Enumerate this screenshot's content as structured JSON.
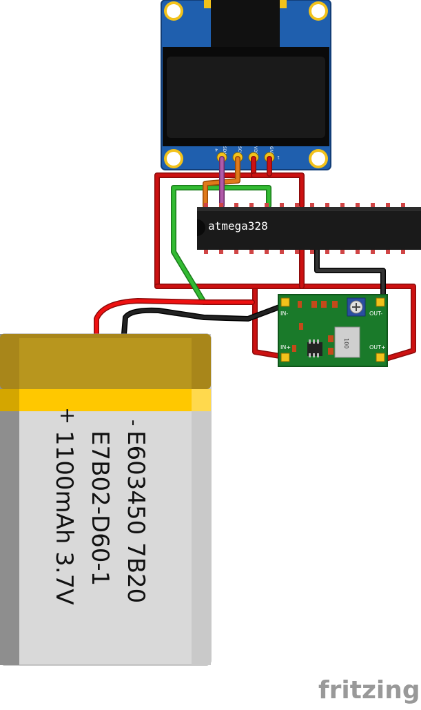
{
  "oled": {
    "pins": [
      "SDA",
      "SCK",
      "VDD",
      "GND"
    ],
    "pin_numbers": {
      "left": "4",
      "right": "1"
    },
    "colors": {
      "board": "#1f5fae",
      "screen": "#000000",
      "hole": "#ffffff",
      "hole_ring": "#f2c21b"
    }
  },
  "mcu": {
    "label": "atmega328",
    "colors": {
      "body": "#1a1a1a",
      "pin": "#d04545"
    }
  },
  "converter": {
    "labels": {
      "in_minus": "IN-",
      "in_plus": "IN+",
      "out_minus": "OUT-",
      "out_plus": "OUT+"
    },
    "inductor_marking": "100",
    "colors": {
      "board": "#1a7a2a",
      "pad": "#f2c21b"
    }
  },
  "battery": {
    "polarity_minus": "-",
    "polarity_plus": "+",
    "text_lines": [
      "E603450 7B20",
      "E7B02-D60-1",
      "1100mAh 3.7V"
    ],
    "colors": {
      "body": "#d9d9d9",
      "tape": "#a8861a",
      "band": "#ffc800",
      "edge": "#888888"
    }
  },
  "wires": {
    "colors": {
      "power": "#cc1111",
      "ground": "#1a1a1a",
      "signal_green": "#33bb33",
      "signal_orange": "#e07a1a",
      "signal_purple": "#b05aa8"
    }
  },
  "brand": {
    "watermark": "fritzing",
    "color": "#999999"
  }
}
